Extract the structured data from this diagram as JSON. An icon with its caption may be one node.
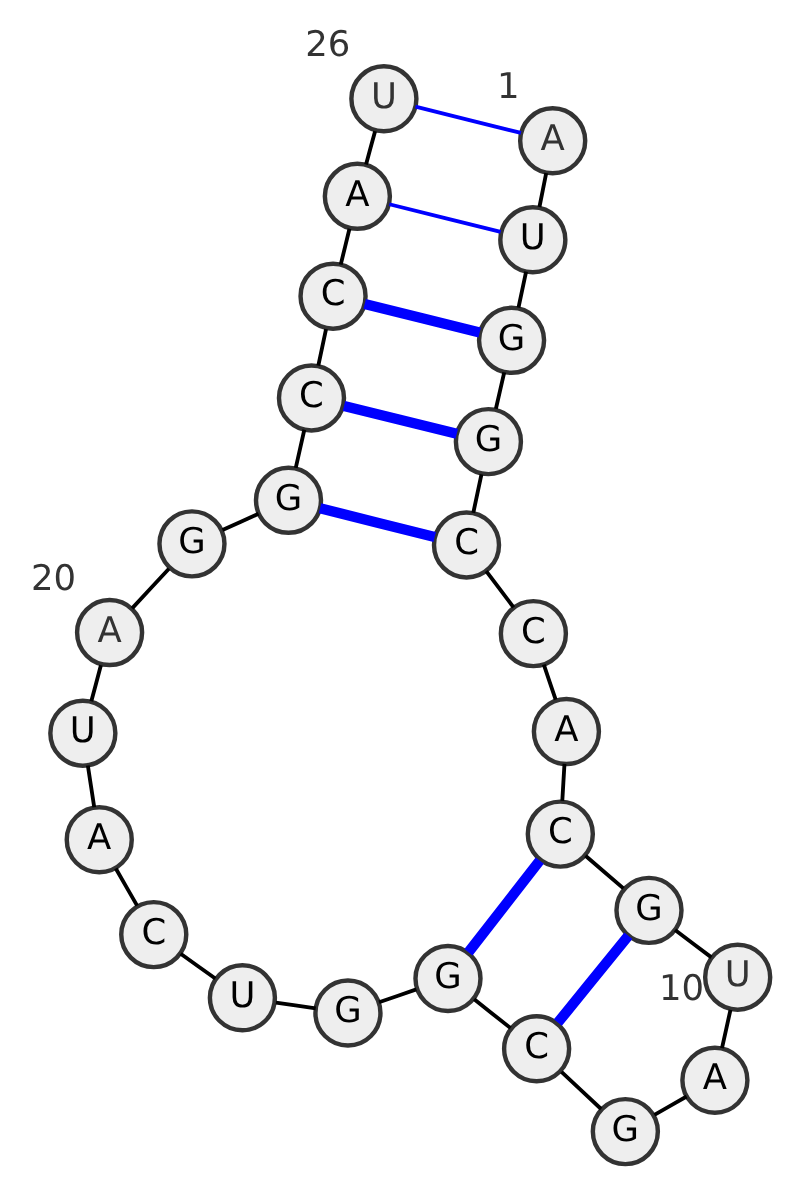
{
  "diagram": {
    "nodes": [
      {
        "text": [
          "A"
        ],
        "beside": [
          "1"
        ]
      },
      {
        "text": [
          "U"
        ]
      },
      {
        "text": [
          "G"
        ]
      },
      {
        "text": [
          "G"
        ]
      },
      {
        "text": [
          "C"
        ]
      },
      {
        "text": [
          "C"
        ]
      },
      {
        "text": [
          "A"
        ]
      },
      {
        "text": [
          "C"
        ]
      },
      {
        "text": [
          "G"
        ]
      },
      {
        "text": [
          "U"
        ],
        "beside": [
          "10"
        ]
      },
      {
        "text": [
          "A"
        ]
      },
      {
        "text": [
          "G"
        ]
      },
      {
        "text": [
          "C"
        ]
      },
      {
        "text": [
          "G"
        ]
      },
      {
        "text": [
          "G"
        ]
      },
      {
        "text": [
          "U"
        ]
      },
      {
        "text": [
          "C"
        ]
      },
      {
        "text": [
          "A"
        ]
      },
      {
        "text": [
          "U"
        ]
      },
      {
        "text": [
          "A"
        ],
        "beside": [
          "20"
        ]
      },
      {
        "text": [
          "G"
        ]
      },
      {
        "text": [
          "G"
        ]
      },
      {
        "text": [
          "C"
        ]
      },
      {
        "text": [
          "C"
        ]
      },
      {
        "text": [
          "A"
        ]
      },
      {
        "text": [
          "U"
        ],
        "beside": [
          "26"
        ]
      }
    ],
    "edges": [
      {
        "from": 0,
        "to": 1,
        "arrow": "none"
      },
      {
        "from": 1,
        "to": 2,
        "arrow": "none"
      },
      {
        "from": 2,
        "to": 3,
        "arrow": "none"
      },
      {
        "from": 3,
        "to": 4,
        "arrow": "none"
      },
      {
        "from": 4,
        "to": 5,
        "arrow": "none"
      },
      {
        "from": 5,
        "to": 6,
        "arrow": "none"
      },
      {
        "from": 6,
        "to": 7,
        "arrow": "none"
      },
      {
        "from": 7,
        "to": 8,
        "arrow": "none"
      },
      {
        "from": 8,
        "to": 9,
        "arrow": "none"
      },
      {
        "from": 9,
        "to": 10,
        "arrow": "none"
      },
      {
        "from": 10,
        "to": 11,
        "arrow": "none"
      },
      {
        "from": 11,
        "to": 12,
        "arrow": "none"
      },
      {
        "from": 12,
        "to": 13,
        "arrow": "none"
      },
      {
        "from": 13,
        "to": 14,
        "arrow": "none"
      },
      {
        "from": 14,
        "to": 15,
        "arrow": "none"
      },
      {
        "from": 15,
        "to": 16,
        "arrow": "none"
      },
      {
        "from": 16,
        "to": 17,
        "arrow": "none"
      },
      {
        "from": 17,
        "to": 18,
        "arrow": "none"
      },
      {
        "from": 18,
        "to": 19,
        "arrow": "none"
      },
      {
        "from": 19,
        "to": 20,
        "arrow": "none"
      },
      {
        "from": 20,
        "to": 21,
        "arrow": "none"
      },
      {
        "from": 21,
        "to": 22,
        "arrow": "none"
      },
      {
        "from": 22,
        "to": 23,
        "arrow": "none"
      },
      {
        "from": 23,
        "to": 24,
        "arrow": "none"
      },
      {
        "from": 24,
        "to": 25,
        "arrow": "none"
      },
      {
        "from": 8,
        "to": 12,
        "arrow": "none",
        "style": "thick",
        "color": "#0000ff"
      },
      {
        "from": 7,
        "to": 13,
        "arrow": "none",
        "style": "thick",
        "color": "#0000ff"
      },
      {
        "from": 4,
        "to": 21,
        "arrow": "none",
        "style": "thick",
        "color": "#0000ff"
      },
      {
        "from": 3,
        "to": 22,
        "arrow": "none",
        "style": "thick",
        "color": "#0000ff"
      },
      {
        "from": 2,
        "to": 23,
        "arrow": "none",
        "style": "thick",
        "color": "#0000ff"
      },
      {
        "from": 1,
        "to": 24,
        "arrow": "none",
        "color": "#0000ff"
      },
      {
        "from": 0,
        "to": 25,
        "arrow": "none",
        "color": "#0000ff"
      }
    ]
  }
}
